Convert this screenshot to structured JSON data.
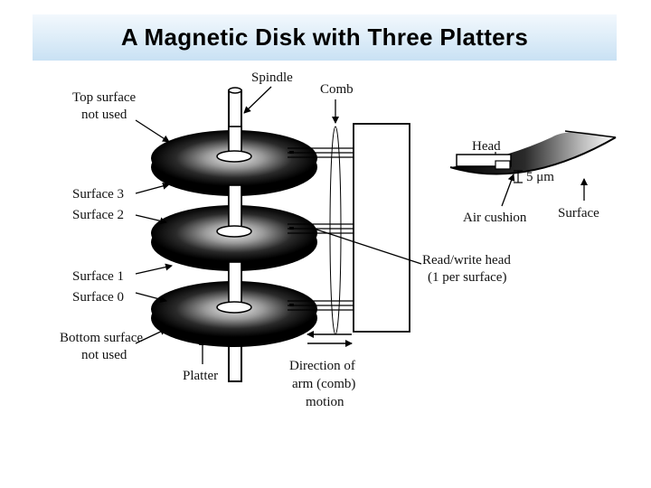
{
  "title": "A Magnetic Disk with Three Platters",
  "labels": {
    "spindle": "Spindle",
    "comb": "Comb",
    "top_surface_line1": "Top surface",
    "top_surface_line2": "not used",
    "surface3": "Surface 3",
    "surface2": "Surface 2",
    "surface1": "Surface 1",
    "surface0": "Surface 0",
    "bottom_surface_line1": "Bottom surface",
    "bottom_surface_line2": "not used",
    "platter": "Platter",
    "direction_line1": "Direction of",
    "direction_line2": "arm (comb)",
    "direction_line3": "motion",
    "rw_head_line1": "Read/write head",
    "rw_head_line2": "(1 per surface)",
    "head": "Head",
    "gap": "5 μm",
    "air_cushion": "Air cushion",
    "surface": "Surface"
  }
}
